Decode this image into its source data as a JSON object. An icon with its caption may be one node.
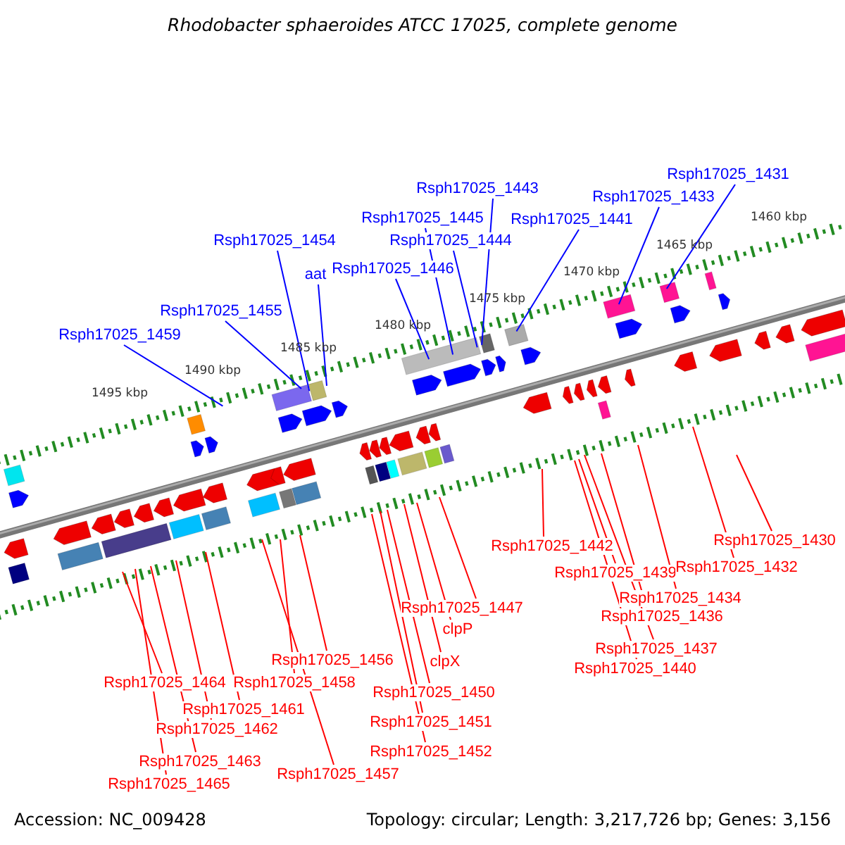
{
  "diagram": {
    "title": "Rhodobacter sphaeroides ATCC 17025, complete genome",
    "nodes": [
      {
        "text": [
          "Rsph17025_1459"
        ]
      },
      {
        "text": [
          "Rsph17025_1455"
        ]
      },
      {
        "text": [
          "Rsph17025_1454"
        ]
      },
      {
        "text": [
          "aat"
        ]
      },
      {
        "text": [
          "Rsph17025_1446"
        ]
      },
      {
        "text": [
          "Rsph17025_1445"
        ]
      },
      {
        "text": [
          "Rsph17025_1444"
        ]
      },
      {
        "text": [
          "Rsph17025_1443"
        ]
      },
      {
        "text": [
          "Rsph17025_1441"
        ]
      },
      {
        "text": [
          "Rsph17025_1433"
        ]
      },
      {
        "text": [
          "Rsph17025_1431"
        ]
      },
      {
        "text": [
          "Rsph17025_1442"
        ]
      },
      {
        "text": [
          "Rsph17025_1430"
        ]
      },
      {
        "text": [
          "Rsph17025_1439"
        ]
      },
      {
        "text": [
          "Rsph17025_1432"
        ]
      },
      {
        "text": [
          "Rsph17025_1434"
        ]
      },
      {
        "text": [
          "Rsph17025_1436"
        ]
      },
      {
        "text": [
          "Rsph17025_1437"
        ]
      },
      {
        "text": [
          "Rsph17025_1440"
        ]
      },
      {
        "text": [
          "Rsph17025_1447"
        ]
      },
      {
        "text": [
          "clpP"
        ]
      },
      {
        "text": [
          "clpX"
        ]
      },
      {
        "text": [
          "Rsph17025_1450"
        ]
      },
      {
        "text": [
          "Rsph17025_1451"
        ]
      },
      {
        "text": [
          "Rsph17025_1452"
        ]
      },
      {
        "text": [
          "Rsph17025_1456"
        ]
      },
      {
        "text": [
          "Rsph17025_1458"
        ]
      },
      {
        "text": [
          "Rsph17025_1457"
        ]
      },
      {
        "text": [
          "Rsph17025_1464"
        ]
      },
      {
        "text": [
          "Rsph17025_1461"
        ]
      },
      {
        "text": [
          "Rsph17025_1462"
        ]
      },
      {
        "text": [
          "Rsph17025_1463"
        ]
      },
      {
        "text": [
          "Rsph17025_1465"
        ]
      }
    ],
    "edges": [
      {
        "from": 0,
        "to": null,
        "arrow": "none",
        "color": "#0000ff"
      },
      {
        "from": 1,
        "to": null,
        "arrow": "none",
        "color": "#0000ff"
      },
      {
        "from": 2,
        "to": null,
        "arrow": "none",
        "color": "#0000ff"
      },
      {
        "from": 3,
        "to": null,
        "arrow": "none",
        "color": "#0000ff"
      },
      {
        "from": 4,
        "to": null,
        "arrow": "none",
        "color": "#0000ff"
      },
      {
        "from": 5,
        "to": null,
        "arrow": "none",
        "color": "#0000ff"
      },
      {
        "from": 6,
        "to": null,
        "arrow": "none",
        "color": "#0000ff"
      },
      {
        "from": 7,
        "to": null,
        "arrow": "none",
        "color": "#0000ff"
      },
      {
        "from": 8,
        "to": null,
        "arrow": "none",
        "color": "#0000ff"
      },
      {
        "from": 9,
        "to": null,
        "arrow": "none",
        "color": "#0000ff"
      },
      {
        "from": 10,
        "to": null,
        "arrow": "none",
        "color": "#0000ff"
      },
      {
        "from": 11,
        "to": null,
        "arrow": "none"
      },
      {
        "from": 12,
        "to": null,
        "arrow": "none"
      },
      {
        "from": 13,
        "to": null,
        "arrow": "none"
      },
      {
        "from": 14,
        "to": null,
        "arrow": "none"
      },
      {
        "from": 15,
        "to": null,
        "arrow": "none"
      },
      {
        "from": 16,
        "to": null,
        "arrow": "none"
      },
      {
        "from": 17,
        "to": null,
        "arrow": "none"
      },
      {
        "from": 18,
        "to": null,
        "arrow": "none"
      },
      {
        "from": 19,
        "to": null,
        "arrow": "none"
      },
      {
        "from": 20,
        "to": null,
        "arrow": "none"
      },
      {
        "from": 21,
        "to": null,
        "arrow": "none"
      },
      {
        "from": 22,
        "to": null,
        "arrow": "none"
      },
      {
        "from": 23,
        "to": null,
        "arrow": "none"
      },
      {
        "from": 24,
        "to": null,
        "arrow": "none"
      },
      {
        "from": 25,
        "to": null,
        "arrow": "none"
      },
      {
        "from": 26,
        "to": null,
        "arrow": "none"
      },
      {
        "from": 27,
        "to": null,
        "arrow": "none"
      },
      {
        "from": 28,
        "to": null,
        "arrow": "none"
      },
      {
        "from": 29,
        "to": null,
        "arrow": "none"
      },
      {
        "from": 30,
        "to": null,
        "arrow": "none"
      },
      {
        "from": 31,
        "to": null,
        "arrow": "none"
      },
      {
        "from": 32,
        "to": null,
        "arrow": "none"
      }
    ],
    "labels": [
      "1460 kbp",
      "1465 kbp",
      "1470 kbp",
      "1475 kbp",
      "1480 kbp",
      "1485 kbp",
      "1490 kbp",
      "1495 kbp",
      "Accession: NC_009428",
      "Topology: circular; Length: 3,217,726 bp; Genes: 3,156"
    ]
  }
}
